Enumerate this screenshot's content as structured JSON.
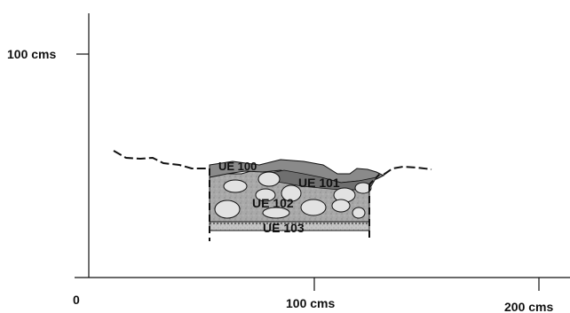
{
  "axes": {
    "origin_label": "0",
    "y_tick_label": "100 cms",
    "x_tick_labels": [
      "100 cms",
      "200 cms"
    ]
  },
  "layers": {
    "ue100": "UE 100",
    "ue101": "UE 101",
    "ue102": "UE 102",
    "ue103": "UE 103"
  },
  "colors": {
    "ink": "#111111",
    "ue100_fill": "#8a8a8a",
    "ue101_fill": "#7c7c7c",
    "ue102_fill": "#a9a9a9",
    "stone_fill": "#e2e2e2",
    "ue103_fill": "#bdbdbd"
  }
}
